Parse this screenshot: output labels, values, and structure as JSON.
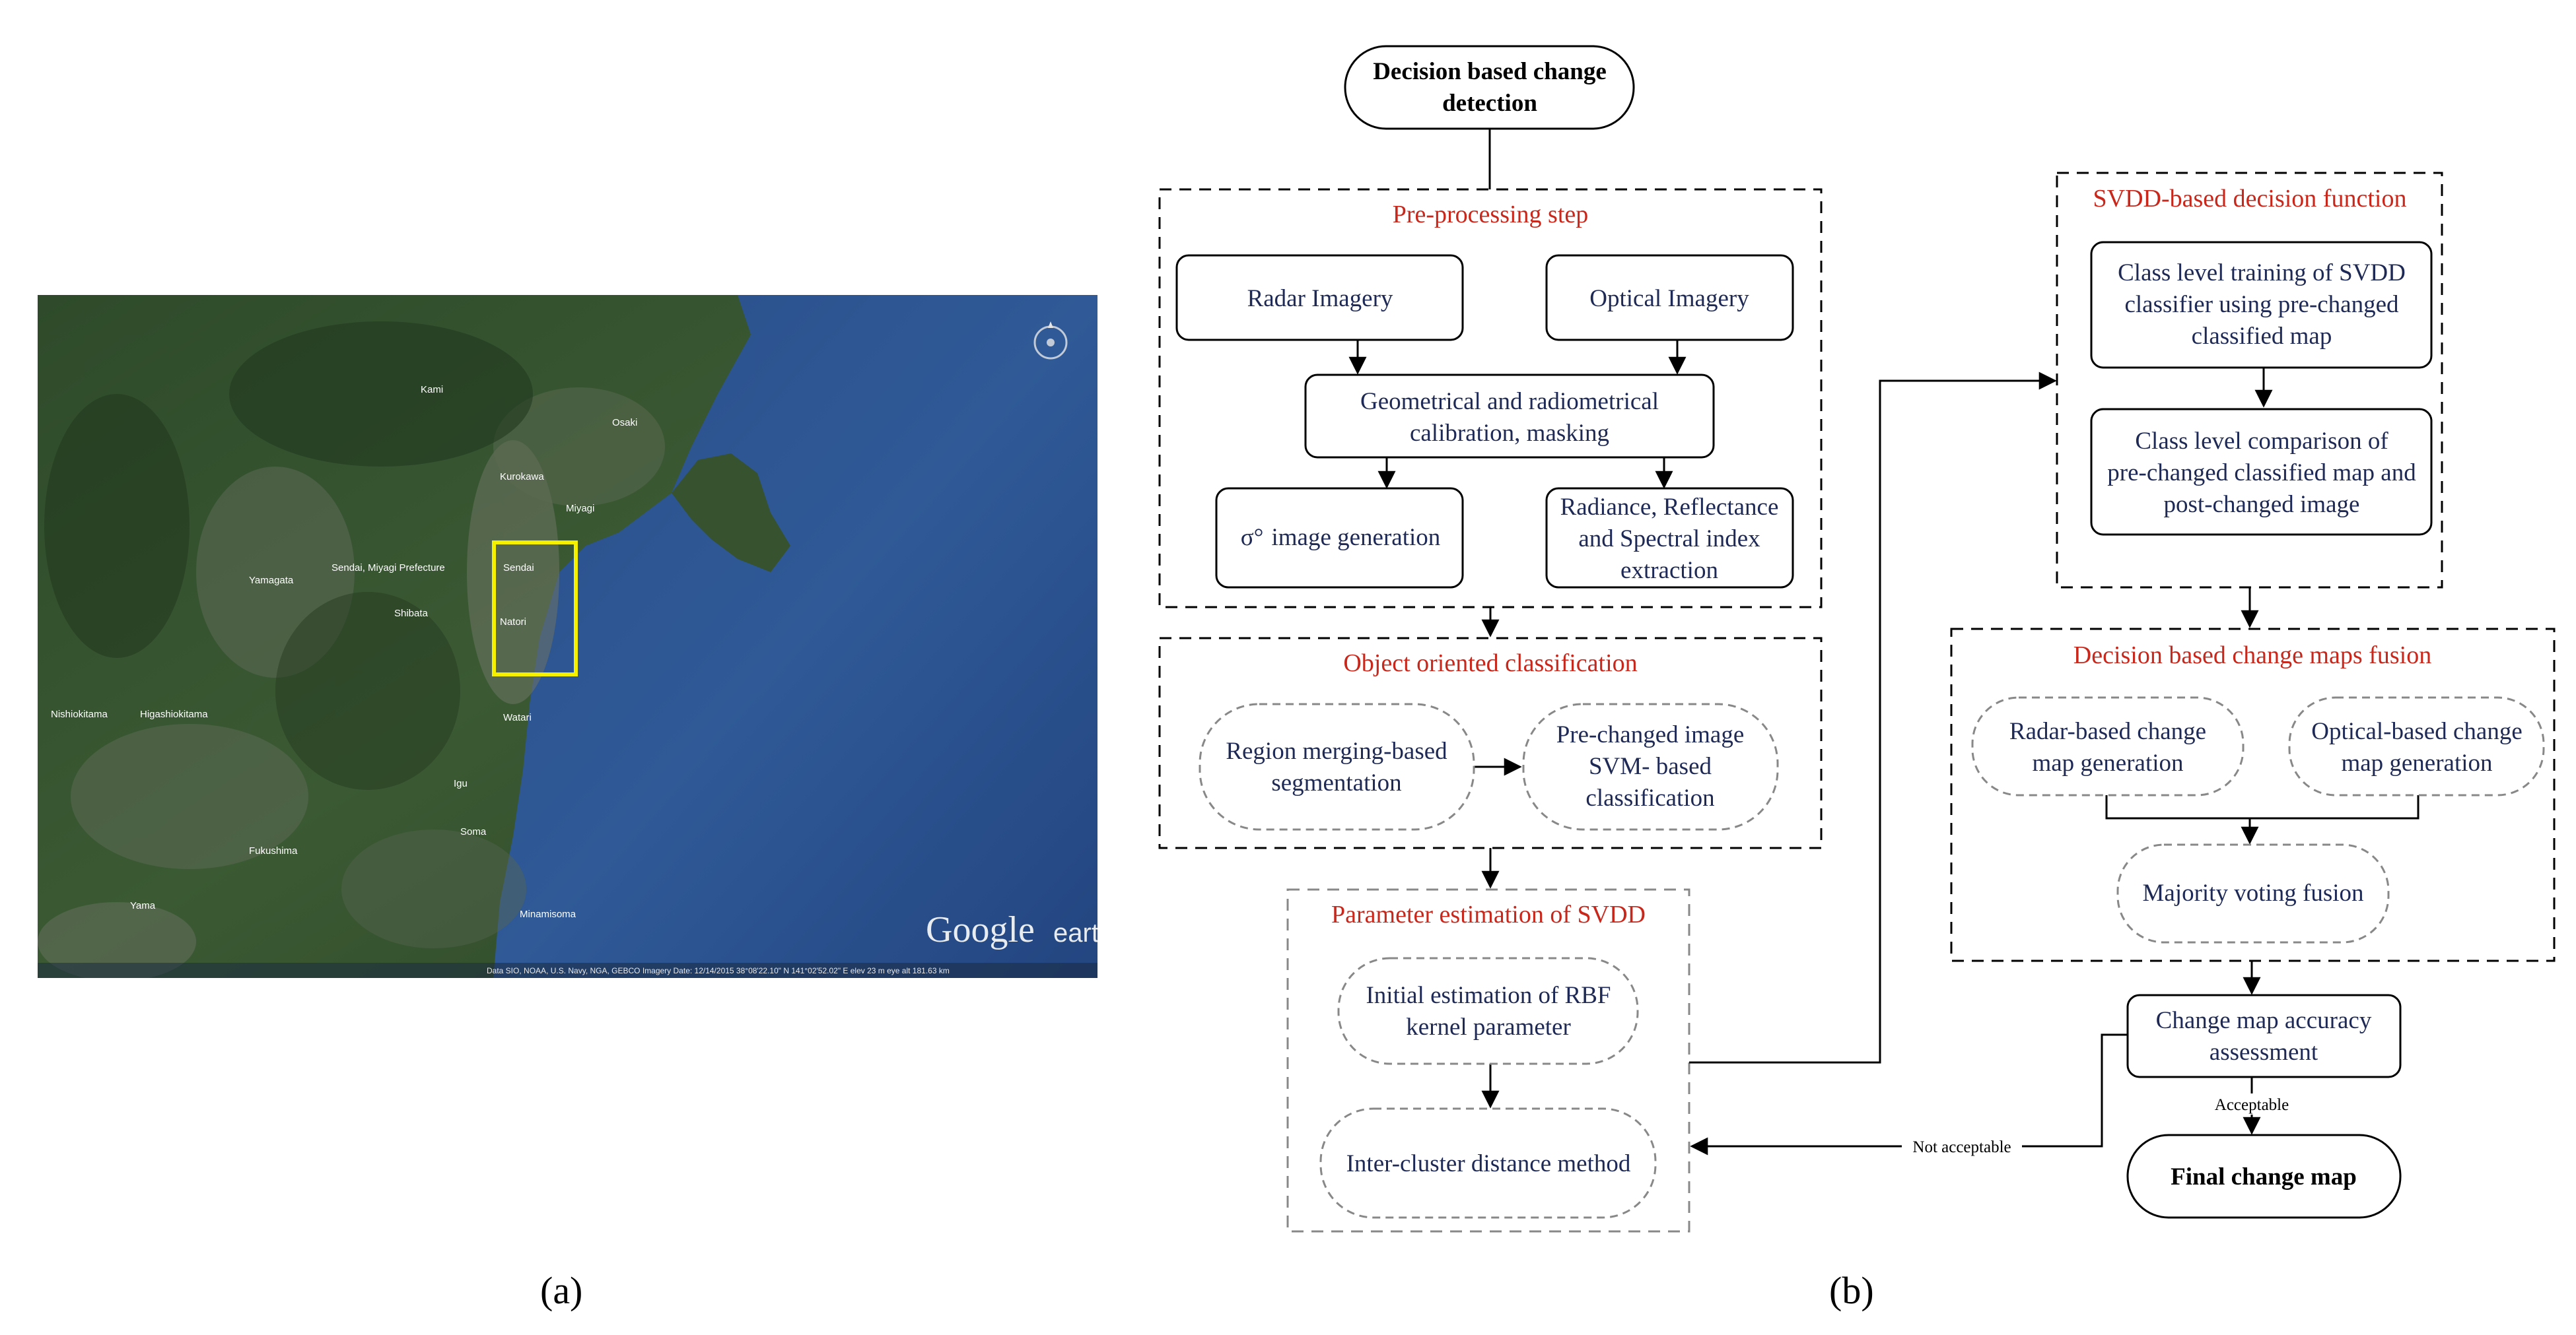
{
  "figure": {
    "label_a": "(a)",
    "label_b": "(b)"
  },
  "map": {
    "brand_google": "Google",
    "brand_earth": "earth",
    "places": [
      {
        "text": "Yamagata"
      },
      {
        "text": "Sendai, Miyagi Prefecture"
      },
      {
        "text": "Sendai"
      },
      {
        "text": "Shibata"
      },
      {
        "text": "Natori"
      },
      {
        "text": "Watari"
      },
      {
        "text": "Kurokawa"
      },
      {
        "text": "Miyagi"
      },
      {
        "text": "Osaki"
      },
      {
        "text": "Kami"
      },
      {
        "text": "Nishiokitama"
      },
      {
        "text": "Higashiokitama"
      },
      {
        "text": "Fukushima"
      },
      {
        "text": "Soma"
      },
      {
        "text": "Minamisoma"
      },
      {
        "text": "Yama"
      },
      {
        "text": "Igu"
      }
    ],
    "footer_text": "Data SIO, NOAA, U.S. Navy, NGA, GEBCO    Imagery Date: 12/14/2015    38°08'22.10\" N  141°02'52.02\" E  elev 23 m    eye alt 181.63 km",
    "study_area_color": "#f5f000"
  },
  "diagram": {
    "colors": {
      "heading": "#c8281c",
      "box_text": "#1e2a55",
      "line": "#000000"
    },
    "start": "Decision based change detection",
    "groups": {
      "preprocessing": "Pre-processing step",
      "object_oriented": "Object oriented classification",
      "parameter_estimation": "Parameter estimation of SVDD",
      "svdd_decision": "SVDD-based decision function",
      "fusion": "Decision based change maps fusion"
    },
    "boxes": {
      "radar_imagery": "Radar Imagery",
      "optical_imagery": "Optical Imagery",
      "calibration": "Geometrical and radiometrical calibration, masking",
      "sigma_image": "image generation",
      "sigma_symbol": "σ°",
      "radiance": "Radiance, Reflectance and Spectral index extraction",
      "region_merging": "Region merging-based segmentation",
      "prechanged_svm": "Pre-changed image SVM- based classification",
      "initial_rbf": "Initial estimation of RBF kernel parameter",
      "intercluster": "Inter-cluster distance method",
      "class_training": "Class level training of SVDD classifier using pre-changed classified map",
      "class_comparison": "Class level comparison of pre-changed classified map and post-changed image",
      "radar_change": "Radar-based change map generation",
      "optical_change": "Optical-based change map generation",
      "majority_voting": "Majority voting fusion",
      "accuracy": "Change map accuracy assessment",
      "final_map": "Final change map"
    },
    "edge_labels": {
      "acceptable": "Acceptable",
      "not_acceptable": "Not acceptable"
    }
  }
}
